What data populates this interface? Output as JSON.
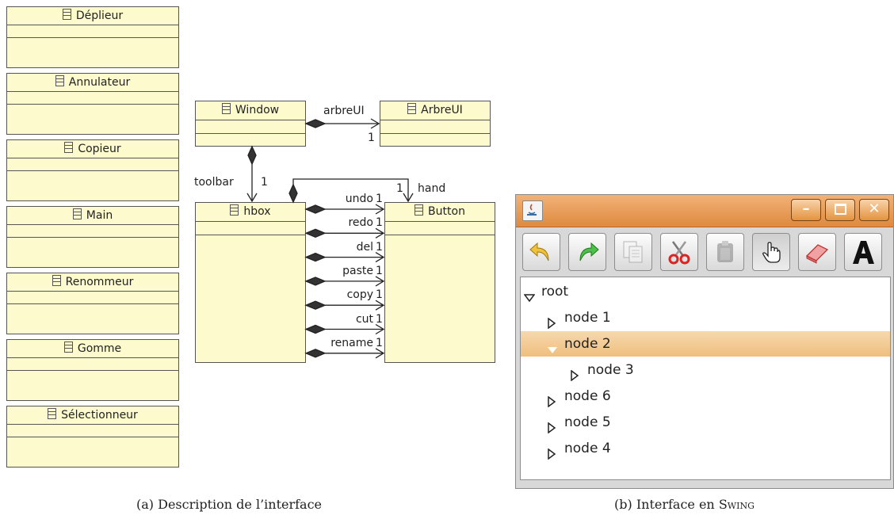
{
  "diagram": {
    "standalone_classes": [
      "Déplieur",
      "Annulateur",
      "Copieur",
      "Main",
      "Renommeur",
      "Gomme",
      "Sélectionneur"
    ],
    "classes": {
      "window": "Window",
      "arbreui": "ArbreUI",
      "hbox": "hbox",
      "button": "Button"
    },
    "associations": {
      "arbreui_role": "arbreUI",
      "arbreui_mult": "1",
      "toolbar_role": "toolbar",
      "toolbar_mult": "1",
      "hand_role": "hand",
      "hand_mult": "1",
      "hbox_buttons": [
        {
          "role": "undo",
          "mult": "1"
        },
        {
          "role": "redo",
          "mult": "1"
        },
        {
          "role": "del",
          "mult": "1"
        },
        {
          "role": "paste",
          "mult": "1"
        },
        {
          "role": "copy",
          "mult": "1"
        },
        {
          "role": "cut",
          "mult": "1"
        },
        {
          "role": "rename",
          "mult": "1"
        }
      ]
    },
    "caption": "(a) Description de l’interface"
  },
  "swing": {
    "title_buttons": [
      "minimize",
      "maximize",
      "close"
    ],
    "toolbar_icons": [
      "undo-icon",
      "redo-icon",
      "copy-icon",
      "cut-icon",
      "paste-icon",
      "hand-icon",
      "eraser-icon",
      "font-icon"
    ],
    "pressed_tool": "hand-icon",
    "tree": [
      {
        "label": "root",
        "level": 0,
        "expanded": true,
        "selected": false
      },
      {
        "label": "node 1",
        "level": 1,
        "expanded": false,
        "selected": false
      },
      {
        "label": "node 2",
        "level": 1,
        "expanded": true,
        "selected": true
      },
      {
        "label": "node 3",
        "level": 2,
        "expanded": false,
        "selected": false
      },
      {
        "label": "node 6",
        "level": 1,
        "expanded": false,
        "selected": false
      },
      {
        "label": "node 5",
        "level": 1,
        "expanded": false,
        "selected": false
      },
      {
        "label": "node 4",
        "level": 1,
        "expanded": false,
        "selected": false
      }
    ],
    "caption_prefix": "(b) Interface en ",
    "caption_sc": "Swing",
    "colors": {
      "titlebar": "#df8a3f",
      "selection": "#efbf7d"
    }
  }
}
